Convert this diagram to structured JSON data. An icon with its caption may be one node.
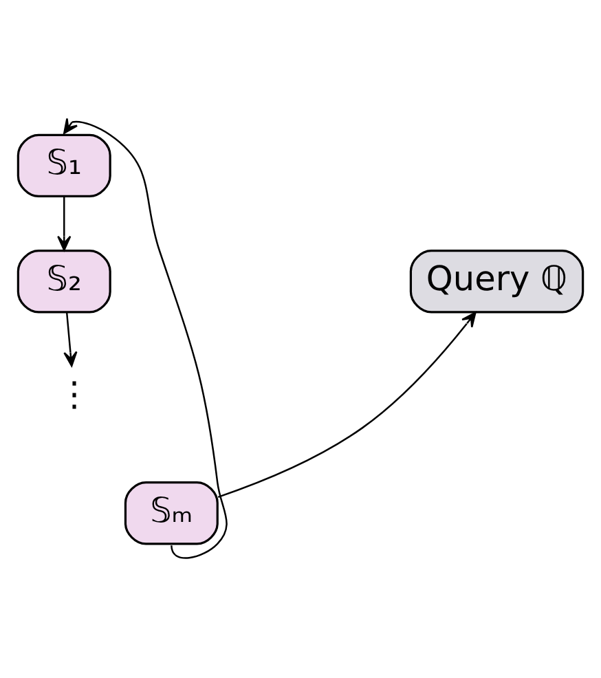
{
  "diagram": {
    "nodes": [
      {
        "text": [
          "𝕊₁"
        ]
      },
      {
        "text": [
          "𝕊₂"
        ]
      },
      {
        "text": [
          "⋮"
        ]
      },
      {
        "text": [
          "𝕊ₘ"
        ]
      },
      {
        "text": [
          "Query ℚ"
        ]
      }
    ],
    "edges": [
      {
        "from": 0,
        "to": 1,
        "arrow": "to"
      },
      {
        "from": 1,
        "to": 2,
        "arrow": "to"
      },
      {
        "from": 3,
        "to": 4,
        "arrow": "to"
      },
      {
        "from": 3,
        "to": 0,
        "arrow": "to"
      }
    ]
  }
}
